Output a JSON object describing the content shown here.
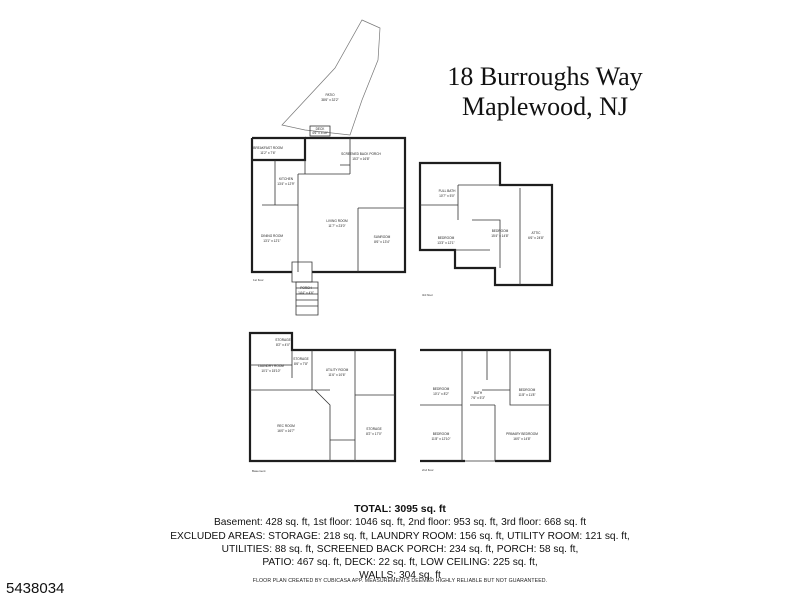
{
  "title": {
    "line1": "18 Burroughs Way",
    "line2": "Maplewood, NJ"
  },
  "floors": {
    "first": {
      "label": "1st floor",
      "rooms": [
        {
          "name": "PATIO",
          "dims": "38'6\" x 32'2\""
        },
        {
          "name": "BREAKFAST ROOM",
          "dims": "11'2\" x 7'6\""
        },
        {
          "name": "SCREENED BACK PORCH",
          "dims": "15'2\" x 16'8\""
        },
        {
          "name": "KITCHEN",
          "dims": "13'4\" x 12'9\""
        },
        {
          "name": "DINING ROOM",
          "dims": "13'1\" x 12'1\""
        },
        {
          "name": "LIVING ROOM",
          "dims": "11'7\" x 23'0\""
        },
        {
          "name": "SUNROOM",
          "dims": "8'6\" x 13'4\""
        },
        {
          "name": "PORCH",
          "dims": "14'4\" x 4'6\""
        },
        {
          "name": "DECK",
          "dims": "4'6\" x 4'10\""
        }
      ]
    },
    "second": {
      "label": "3rd floor",
      "rooms": [
        {
          "name": "FULL BATH",
          "dims": "10'7\" x 5'0\""
        },
        {
          "name": "BEDROOM",
          "dims": "13'3\" x 12'1\""
        },
        {
          "name": "BEDROOM",
          "dims": "15'4\" x 14'8\""
        },
        {
          "name": "ATTIC",
          "dims": "6'6\" x 24'8\""
        }
      ]
    },
    "basement": {
      "label": "Basement",
      "rooms": [
        {
          "name": "STORAGE",
          "dims": "8'2\" x 4'0\""
        },
        {
          "name": "LAUNDRY ROOM",
          "dims": "10'1\" x 15'10\""
        },
        {
          "name": "STORAGE",
          "dims": "8'6\" x 7'8\""
        },
        {
          "name": "UTILITY ROOM",
          "dims": "11'6\" x 10'6\""
        },
        {
          "name": "REC ROOM",
          "dims": "16'0\" x 16'7\""
        },
        {
          "name": "STORAGE",
          "dims": "8'2\" x 17'0\""
        }
      ]
    },
    "upper": {
      "label": "2nd floor",
      "rooms": [
        {
          "name": "BEDROOM",
          "dims": "10'1\" x 8'2\""
        },
        {
          "name": "BEDROOM",
          "dims": "11'8\" x 11'8\""
        },
        {
          "name": "BATH",
          "dims": "7'6\" x 5'3\""
        },
        {
          "name": "BEDROOM",
          "dims": "11'8\" x 12'10\""
        },
        {
          "name": "PRIMARY BEDROOM",
          "dims": "16'0\" x 14'8\""
        }
      ]
    }
  },
  "totals": {
    "total": "TOTAL: 3095 sq. ft",
    "line1": "Basement: 428 sq. ft, 1st floor: 1046 sq. ft, 2nd floor: 953 sq. ft, 3rd floor: 668 sq. ft",
    "line2": "EXCLUDED AREAS: STORAGE: 218 sq. ft, LAUNDRY ROOM: 156 sq. ft, UTILITY ROOM: 121 sq. ft,",
    "line3": "UTILITIES: 88 sq. ft, SCREENED BACK PORCH: 234 sq. ft, PORCH: 58 sq. ft,",
    "line4": "PATIO: 467 sq. ft, DECK: 22 sq. ft, LOW CEILING: 225 sq. ft,",
    "line5": "WALLS: 304 sq. ft"
  },
  "footer": "FLOOR PLAN CREATED BY CUBICASA APP. MEASUREMENTS DEEMED HIGHLY RELIABLE BUT NOT GUARANTEED.",
  "listing_id": "5438034"
}
